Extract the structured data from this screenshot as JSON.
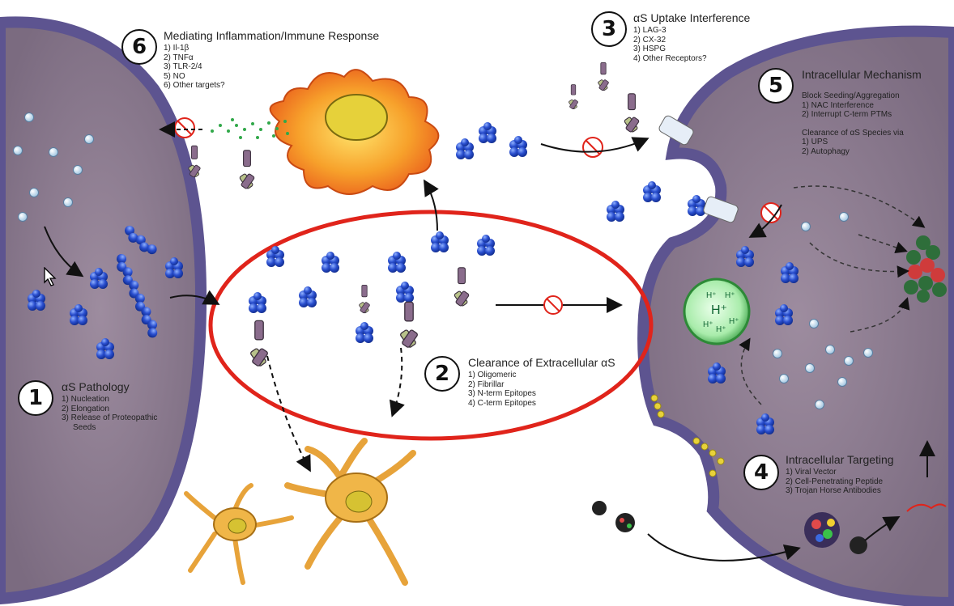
{
  "sections": [
    {
      "id": "pathology",
      "number": "1",
      "title": "αS Pathology",
      "items": [
        "1) Nucleation",
        "2) Elongation",
        "3) Release of Proteopathic",
        "Seeds"
      ]
    },
    {
      "id": "clearance",
      "number": "2",
      "title": "Clearance of Extracellular αS",
      "items": [
        "1) Oligomeric",
        "2) Fibrillar",
        "3) N-term Epitopes",
        "4) C-term Epitopes"
      ]
    },
    {
      "id": "uptake",
      "number": "3",
      "title": "αS Uptake Interference",
      "items": [
        "1) LAG-3",
        "2) CX-32",
        "3) HSPG",
        "4) Other Receptors?"
      ]
    },
    {
      "id": "targeting",
      "number": "4",
      "title": "Intracellular Targeting",
      "items": [
        "1) Viral Vector",
        "2) Cell-Penetrating Peptide",
        "3) Trojan Horse Antibodies"
      ]
    },
    {
      "id": "mechanism",
      "number": "5",
      "title": "Intracellular Mechanism",
      "items": [
        "Block Seeding/Aggregation",
        "1) NAC Interference",
        "2) Interrupt C-term PTMs",
        "",
        "Clearance of αS Species via",
        "1) UPS",
        "2) Autophagy"
      ]
    },
    {
      "id": "inflammation",
      "number": "6",
      "title": "Mediating Inflammation/Immune Response",
      "items": [
        "1) Il-1β",
        "2) TNFα",
        "3) TLR-2/4",
        "5) NO",
        "6) Other targets?"
      ]
    }
  ],
  "lysosome_labels": [
    "H⁺",
    "H⁺",
    "H⁺",
    "H⁺",
    "H⁺",
    "H⁺"
  ],
  "colors": {
    "cell_fill": "#8c7b8f",
    "cell_border": "#5d5490",
    "clearance_ring": "#e0241b",
    "alpha_syn": "#2a4fcf",
    "monomer": "#cfe3f2",
    "microglia": "#f07c1f",
    "neuron": "#e7a33a",
    "lysosome": "#7fdc8a",
    "aggregate_red": "#cf3b3b",
    "aggregate_green": "#2e6e3a",
    "cytokine": "#31a84a",
    "antibody": "#8a6c8c"
  },
  "icons": [
    "cursor-icon",
    "no-entry-icon",
    "antibody-icon",
    "oligomer-icon",
    "lysosome-icon",
    "microglia-icon",
    "neuron-icon",
    "receptor-icon",
    "aggregate-icon"
  ]
}
